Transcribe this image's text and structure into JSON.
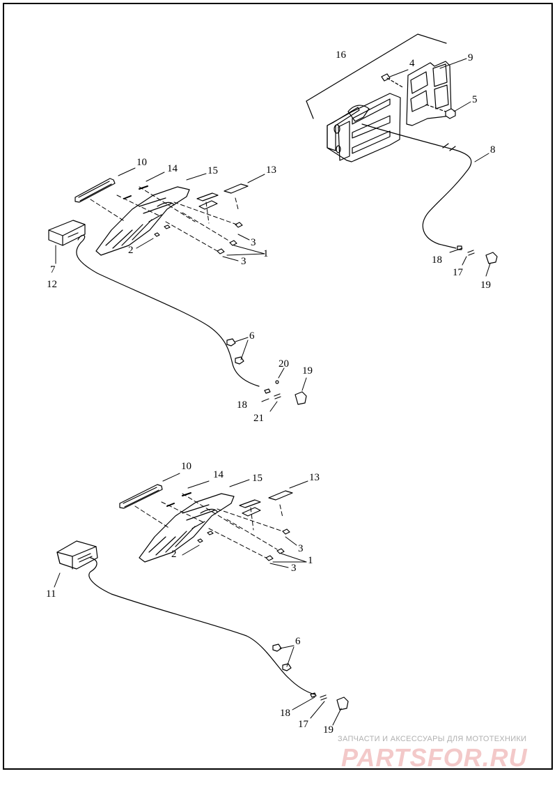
{
  "diagram": {
    "callouts": [
      {
        "id": "c16",
        "text": "16"
      },
      {
        "id": "c4",
        "text": "4"
      },
      {
        "id": "c9",
        "text": "9"
      },
      {
        "id": "c5",
        "text": "5"
      },
      {
        "id": "c8",
        "text": "8"
      },
      {
        "id": "c18a",
        "text": "18"
      },
      {
        "id": "c17a",
        "text": "17"
      },
      {
        "id": "c19a",
        "text": "19"
      },
      {
        "id": "c10a",
        "text": "10"
      },
      {
        "id": "c14a",
        "text": "14"
      },
      {
        "id": "c15a",
        "text": "15"
      },
      {
        "id": "c13a",
        "text": "13"
      },
      {
        "id": "c3a",
        "text": "3"
      },
      {
        "id": "c1a",
        "text": "1"
      },
      {
        "id": "c3b",
        "text": "3"
      },
      {
        "id": "c2a",
        "text": "2"
      },
      {
        "id": "c7",
        "text": "7"
      },
      {
        "id": "c12",
        "text": "12"
      },
      {
        "id": "c6a",
        "text": "6"
      },
      {
        "id": "c20",
        "text": "20"
      },
      {
        "id": "c19b",
        "text": "19"
      },
      {
        "id": "c18b",
        "text": "18"
      },
      {
        "id": "c21",
        "text": "21"
      },
      {
        "id": "c10b",
        "text": "10"
      },
      {
        "id": "c14b",
        "text": "14"
      },
      {
        "id": "c15b",
        "text": "15"
      },
      {
        "id": "c13b",
        "text": "13"
      },
      {
        "id": "c3c",
        "text": "3"
      },
      {
        "id": "c1b",
        "text": "1"
      },
      {
        "id": "c3d",
        "text": "3"
      },
      {
        "id": "c2b",
        "text": "2"
      },
      {
        "id": "c11",
        "text": "11"
      },
      {
        "id": "c6b",
        "text": "6"
      },
      {
        "id": "c18c",
        "text": "18"
      },
      {
        "id": "c17c",
        "text": "17"
      },
      {
        "id": "c19c",
        "text": "19"
      }
    ]
  },
  "watermark": {
    "tagline": "ЗАПЧАСТИ И АКСЕССУАРЫ ДЛЯ МОТОТЕХНИКИ",
    "logo": "PARTSFOR.RU"
  }
}
